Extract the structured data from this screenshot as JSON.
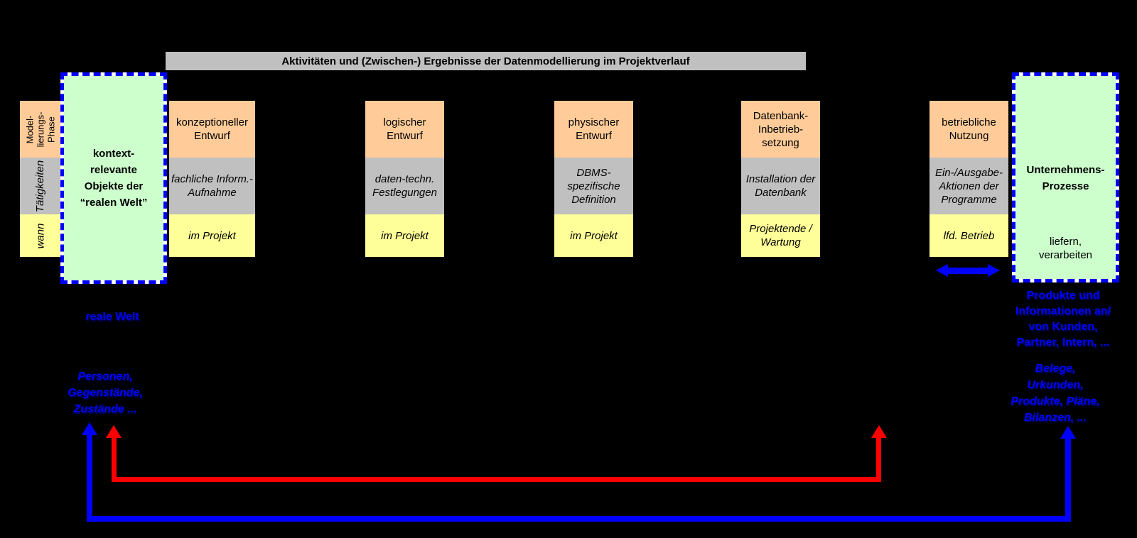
{
  "title_bar": {
    "text": "Aktivitäten und (Zwischen-) Ergebnisse der Datenmodellierung im Projektverlauf"
  },
  "row_labels": {
    "phase": "Model-\nlierungs-\nPhase",
    "activities": "Tätigkeiten",
    "when": "wann"
  },
  "real_world_box": {
    "label": "kontext-\nrelevante\nObjekte der\n“realen Welt”"
  },
  "columns": [
    {
      "phase": "konzeptioneller\nEntwurf",
      "activity": "fachliche Inform.-\nAufnahme",
      "when": "im Projekt"
    },
    {
      "phase": "logischer\nEntwurf",
      "activity": "daten-techn.\nFestlegungen",
      "when": "im Projekt"
    },
    {
      "phase": "physischer\nEntwurf",
      "activity": "DBMS-\nspezifische\nDefinition",
      "when": "im Projekt"
    },
    {
      "phase": "Datenbank-\nInbetrieb-\nsetzung",
      "activity": "Installation der\nDatenbank",
      "when": "Projektende /\nWartung"
    },
    {
      "phase": "betriebliche\nNutzung",
      "activity": "Ein-/Ausgabe-\nAktionen der\nProgramme",
      "when": "lfd. Betrieb"
    }
  ],
  "enterprise_box": {
    "title": "Unternehmens-\nProzesse",
    "subtitle": "liefern,\nverarbeiten"
  },
  "annotations": {
    "real_world": "reale Welt",
    "real_world_items": "Personen,\nGegenstände,\nZustände ...",
    "enterprise_io": "Produkte und\nInformationen an/\nvon Kunden,\nPartner, Intern, ...",
    "enterprise_items": "Belege,\nUrkunden,\nProdukte, Pläne,\nBilanzen, ..."
  },
  "colors": {
    "background": "#000000",
    "phase_row": "#ffcc99",
    "activity_row": "#c0c0c0",
    "when_row": "#ffff99",
    "context_box_fill": "#ccffcc",
    "context_box_border": "#0000ff",
    "title_bar": "#c0c0c0",
    "annotation_text": "#0000ff",
    "red_connector": "#ff0000",
    "blue_connector": "#0000ff"
  }
}
